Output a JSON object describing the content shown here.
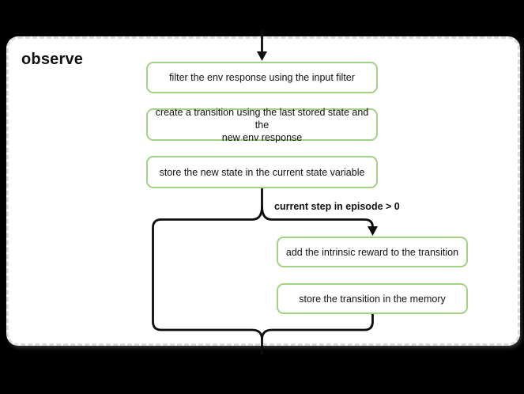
{
  "diagram": {
    "title": "observe",
    "nodes": [
      {
        "id": "filter-env-response",
        "label": "filter the env response using the input filter"
      },
      {
        "id": "create-transition",
        "label": "create a transition using the last stored state and the\nnew env response"
      },
      {
        "id": "store-new-state",
        "label": "store the new state in the current state variable"
      },
      {
        "id": "add-intrinsic-reward",
        "label": "add the intrinsic reward to the transition"
      },
      {
        "id": "store-transition",
        "label": "store the transition in the memory"
      }
    ],
    "edges": {
      "condition_label": "current step in episode > 0"
    },
    "colors": {
      "background": "#000000",
      "container_bg": "#ffffff",
      "container_border": "#dbdbdb",
      "node_border": "#a2d283",
      "edge": "#0d0d0d",
      "text": "#111111"
    }
  }
}
